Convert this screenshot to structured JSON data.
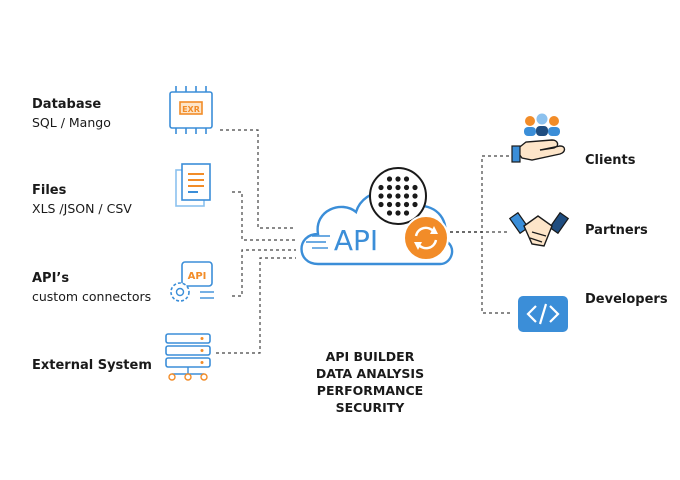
{
  "sources": [
    {
      "title": "Database",
      "subtitle": "SQL / Mango",
      "icon": "database-chip-icon",
      "icon_text": "EXR"
    },
    {
      "title": "Files",
      "subtitle": "XLS /JSON / CSV",
      "icon": "document-files-icon"
    },
    {
      "title": "API’s",
      "subtitle": "custom connectors",
      "icon": "api-gear-monitor-icon",
      "icon_text": "API"
    },
    {
      "title": "External System",
      "subtitle": "",
      "icon": "server-network-icon"
    }
  ],
  "hub": {
    "cloud_text": "API",
    "icons": [
      "cloud-icon",
      "dot-matrix-icon",
      "sync-icon"
    ]
  },
  "features": [
    "API BUILDER",
    "DATA ANALYSIS",
    "PERFORMANCE",
    "SECURITY"
  ],
  "consumers": [
    {
      "label": "Clients",
      "icon": "clients-hand-icon"
    },
    {
      "label": "Partners",
      "icon": "handshake-icon"
    },
    {
      "label": "Developers",
      "icon": "code-brackets-icon"
    }
  ],
  "colors": {
    "blue": "#3b8ed8",
    "light_blue": "#8cc1ee",
    "orange": "#f28c28",
    "dark": "#1a1a1a",
    "line": "#444444"
  }
}
